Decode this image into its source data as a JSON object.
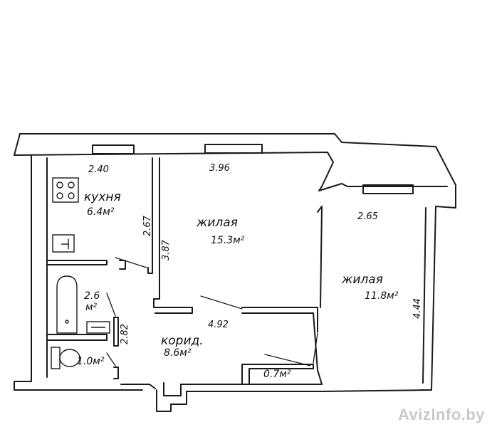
{
  "rooms": {
    "kitchen": {
      "name": "кухня",
      "area": "6.4м²"
    },
    "living_large": {
      "name": "жилая",
      "area": "15.3м²"
    },
    "living_small": {
      "name": "жилая",
      "area": "11.8м²"
    },
    "bathroom": {
      "area_line1": "2.6",
      "area_line2": "м²"
    },
    "toilet": {
      "area": "1.0м²"
    },
    "corridor": {
      "name": "корид.",
      "area": "8.6м²"
    },
    "closet": {
      "area": "0.7м²"
    }
  },
  "dimensions": {
    "kitchen_width": "2.40",
    "large_room_width": "3.96",
    "small_room_width": "2.65",
    "kitchen_depth": "2.67",
    "large_room_depth": "3.87",
    "corridor_length": "4.92",
    "bath_depth": "2.82",
    "small_room_depth": "4.44"
  },
  "watermark": "AvizInfo.by"
}
